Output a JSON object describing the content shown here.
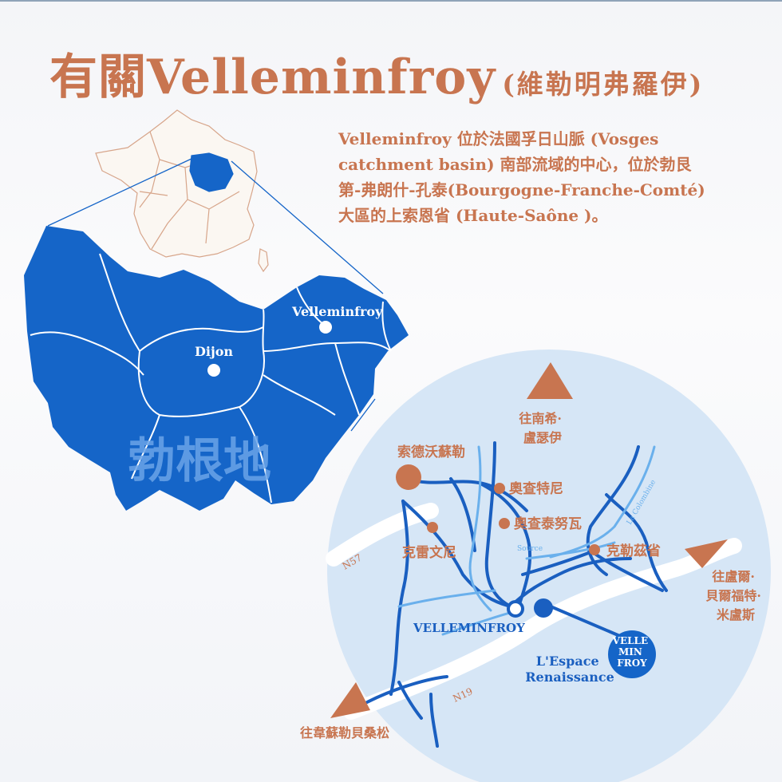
{
  "title": {
    "main": "有關Velleminfroy",
    "sub": "(維勒明弗羅伊)"
  },
  "intro": {
    "lines": [
      "Velleminfroy 位於法國孚日山脈 (Vosges",
      "catchment basin) 南部流域的中心，位於勃艮",
      "第-弗朗什-孔泰(Bourgogne-Franche-Comté)",
      "大區的上索恩省 (Haute-Saône )。"
    ]
  },
  "region_map": {
    "region_name": "勃根地",
    "cities": {
      "velleminfroy": "Velleminfroy",
      "dijon": "Dijon"
    }
  },
  "local_map": {
    "directions": {
      "north": [
        "往南希·",
        "盧瑟伊"
      ],
      "east": [
        "往盧爾·",
        "貝爾福特·",
        "米盧斯"
      ],
      "southwest": "往韋蘇勒貝桑松"
    },
    "towns": {
      "saulx": "索德沃蘇勒",
      "autrey": "奧查特尼",
      "oppenans": "奧查泰努瓦",
      "creveney": "克雷文尼",
      "calmoutier": "克勒茲省",
      "velleminfroy": "VELLEMINFROY",
      "espace": [
        "L'Espace",
        "Renaissance"
      ]
    },
    "roads": {
      "n57": "N57",
      "n19": "N19"
    },
    "rivers": {
      "source": "Source",
      "colombine": "La Colombine"
    },
    "logo_text": [
      "VELLE",
      "MIN",
      "FROY"
    ]
  },
  "colors": {
    "accent": "#c87550",
    "region_blue": "#1565c8",
    "circle_bg": "#d6e6f6",
    "river_dark": "#1a5fc0",
    "river_light": "#6ab0ec"
  }
}
